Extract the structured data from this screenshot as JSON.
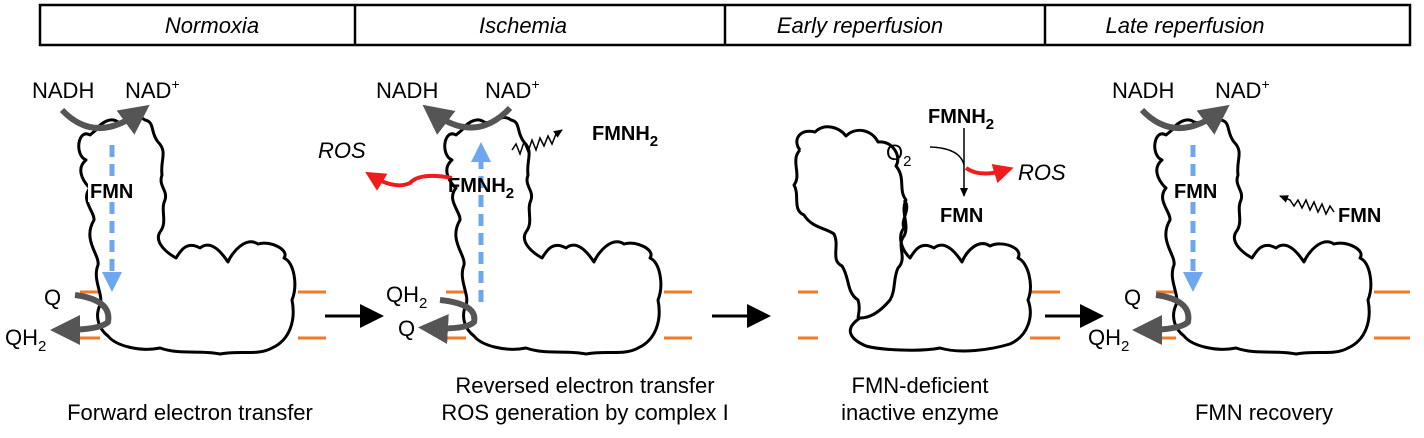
{
  "headers": [
    "Normoxia",
    "Ischemia",
    "Early reperfusion",
    "Late reperfusion"
  ],
  "panel1": {
    "nadh": "NADH",
    "nad": "NAD",
    "nad_sup": "+",
    "fmn": "FMN",
    "q": "Q",
    "qh2_base": "QH",
    "qh2_sub": "2",
    "caption": "Forward electron transfer"
  },
  "panel2": {
    "nadh": "NADH",
    "nad": "NAD",
    "nad_sup": "+",
    "ros": "ROS",
    "fmnh2_base": "FMNH",
    "fmnh2_sub": "2",
    "fmnh2_out_base": "FMNH",
    "fmnh2_out_sub": "2",
    "qh2_base": "QH",
    "qh2_sub": "2",
    "q": "Q",
    "caption_line1": "Reversed electron transfer",
    "caption_line2": "ROS generation by complex I"
  },
  "panel3": {
    "fmnh2_base": "FMNH",
    "fmnh2_sub": "2",
    "o2_base": "O",
    "o2_sub": "2",
    "ros": "ROS",
    "fmn": "FMN",
    "caption_line1": "FMN-deficient",
    "caption_line2": "inactive enzyme"
  },
  "panel4": {
    "nadh": "NADH",
    "nad": "NAD",
    "nad_sup": "+",
    "fmn": "FMN",
    "fmn_in": "FMN",
    "q": "Q",
    "qh2_base": "QH",
    "qh2_sub": "2",
    "caption": "FMN recovery"
  },
  "colors": {
    "electron_arrow": "#6ea6f0",
    "ros_arrow": "#ee1c1c",
    "membrane": "#f07a28",
    "curved_arrow": "#555555"
  }
}
